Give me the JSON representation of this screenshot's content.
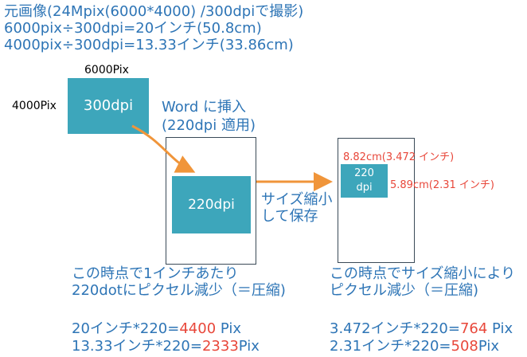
{
  "intro": {
    "line1": "元画像(24Mpix(6000*4000) /300dpiで撮影)",
    "line2": "6000pix÷300dpi=20インチ(50.8cm)",
    "line3": "4000pix÷300dpi=13.33インチ(33.86cm)"
  },
  "original": {
    "width_label": "6000Pix",
    "height_label": "4000Pix",
    "box_label": "300dpi"
  },
  "insert": {
    "line1": "Word に挿入",
    "line2": "(220dpi 適用)"
  },
  "word_doc": {
    "box_label": "220dpi"
  },
  "shrink": {
    "line1": "サイズ縮小",
    "line2": "して保存"
  },
  "saved_doc": {
    "box_line1": "220",
    "box_line2": "dpi",
    "width_label": "8.82cm(3.472 インチ)",
    "height_label": "5.89cm(2.31 インチ)"
  },
  "left_note": {
    "line1": "この時点で1インチあたり",
    "line2": "220dotにピクセル減少（＝圧縮)",
    "calc1_prefix": "20インチ*220=",
    "calc1_value": "4400",
    "calc1_suffix": " Pix",
    "calc2_prefix": "13.33インチ*220=",
    "calc2_value": "2333",
    "calc2_suffix": "Pix"
  },
  "right_note": {
    "line1": "この時点でサイズ縮小により",
    "line2": "ピクセル減少（＝圧縮)",
    "calc1_prefix": "3.472インチ*220=",
    "calc1_value": "764",
    "calc1_suffix": " Pix",
    "calc2_prefix": "2.31インチ*220=",
    "calc2_value": "508",
    "calc2_suffix": "Pix"
  },
  "colors": {
    "text_blue": "#2E75B6",
    "highlight_red": "#E8473A",
    "box_teal": "#3DA6BB",
    "arrow_orange": "#F0953A"
  }
}
